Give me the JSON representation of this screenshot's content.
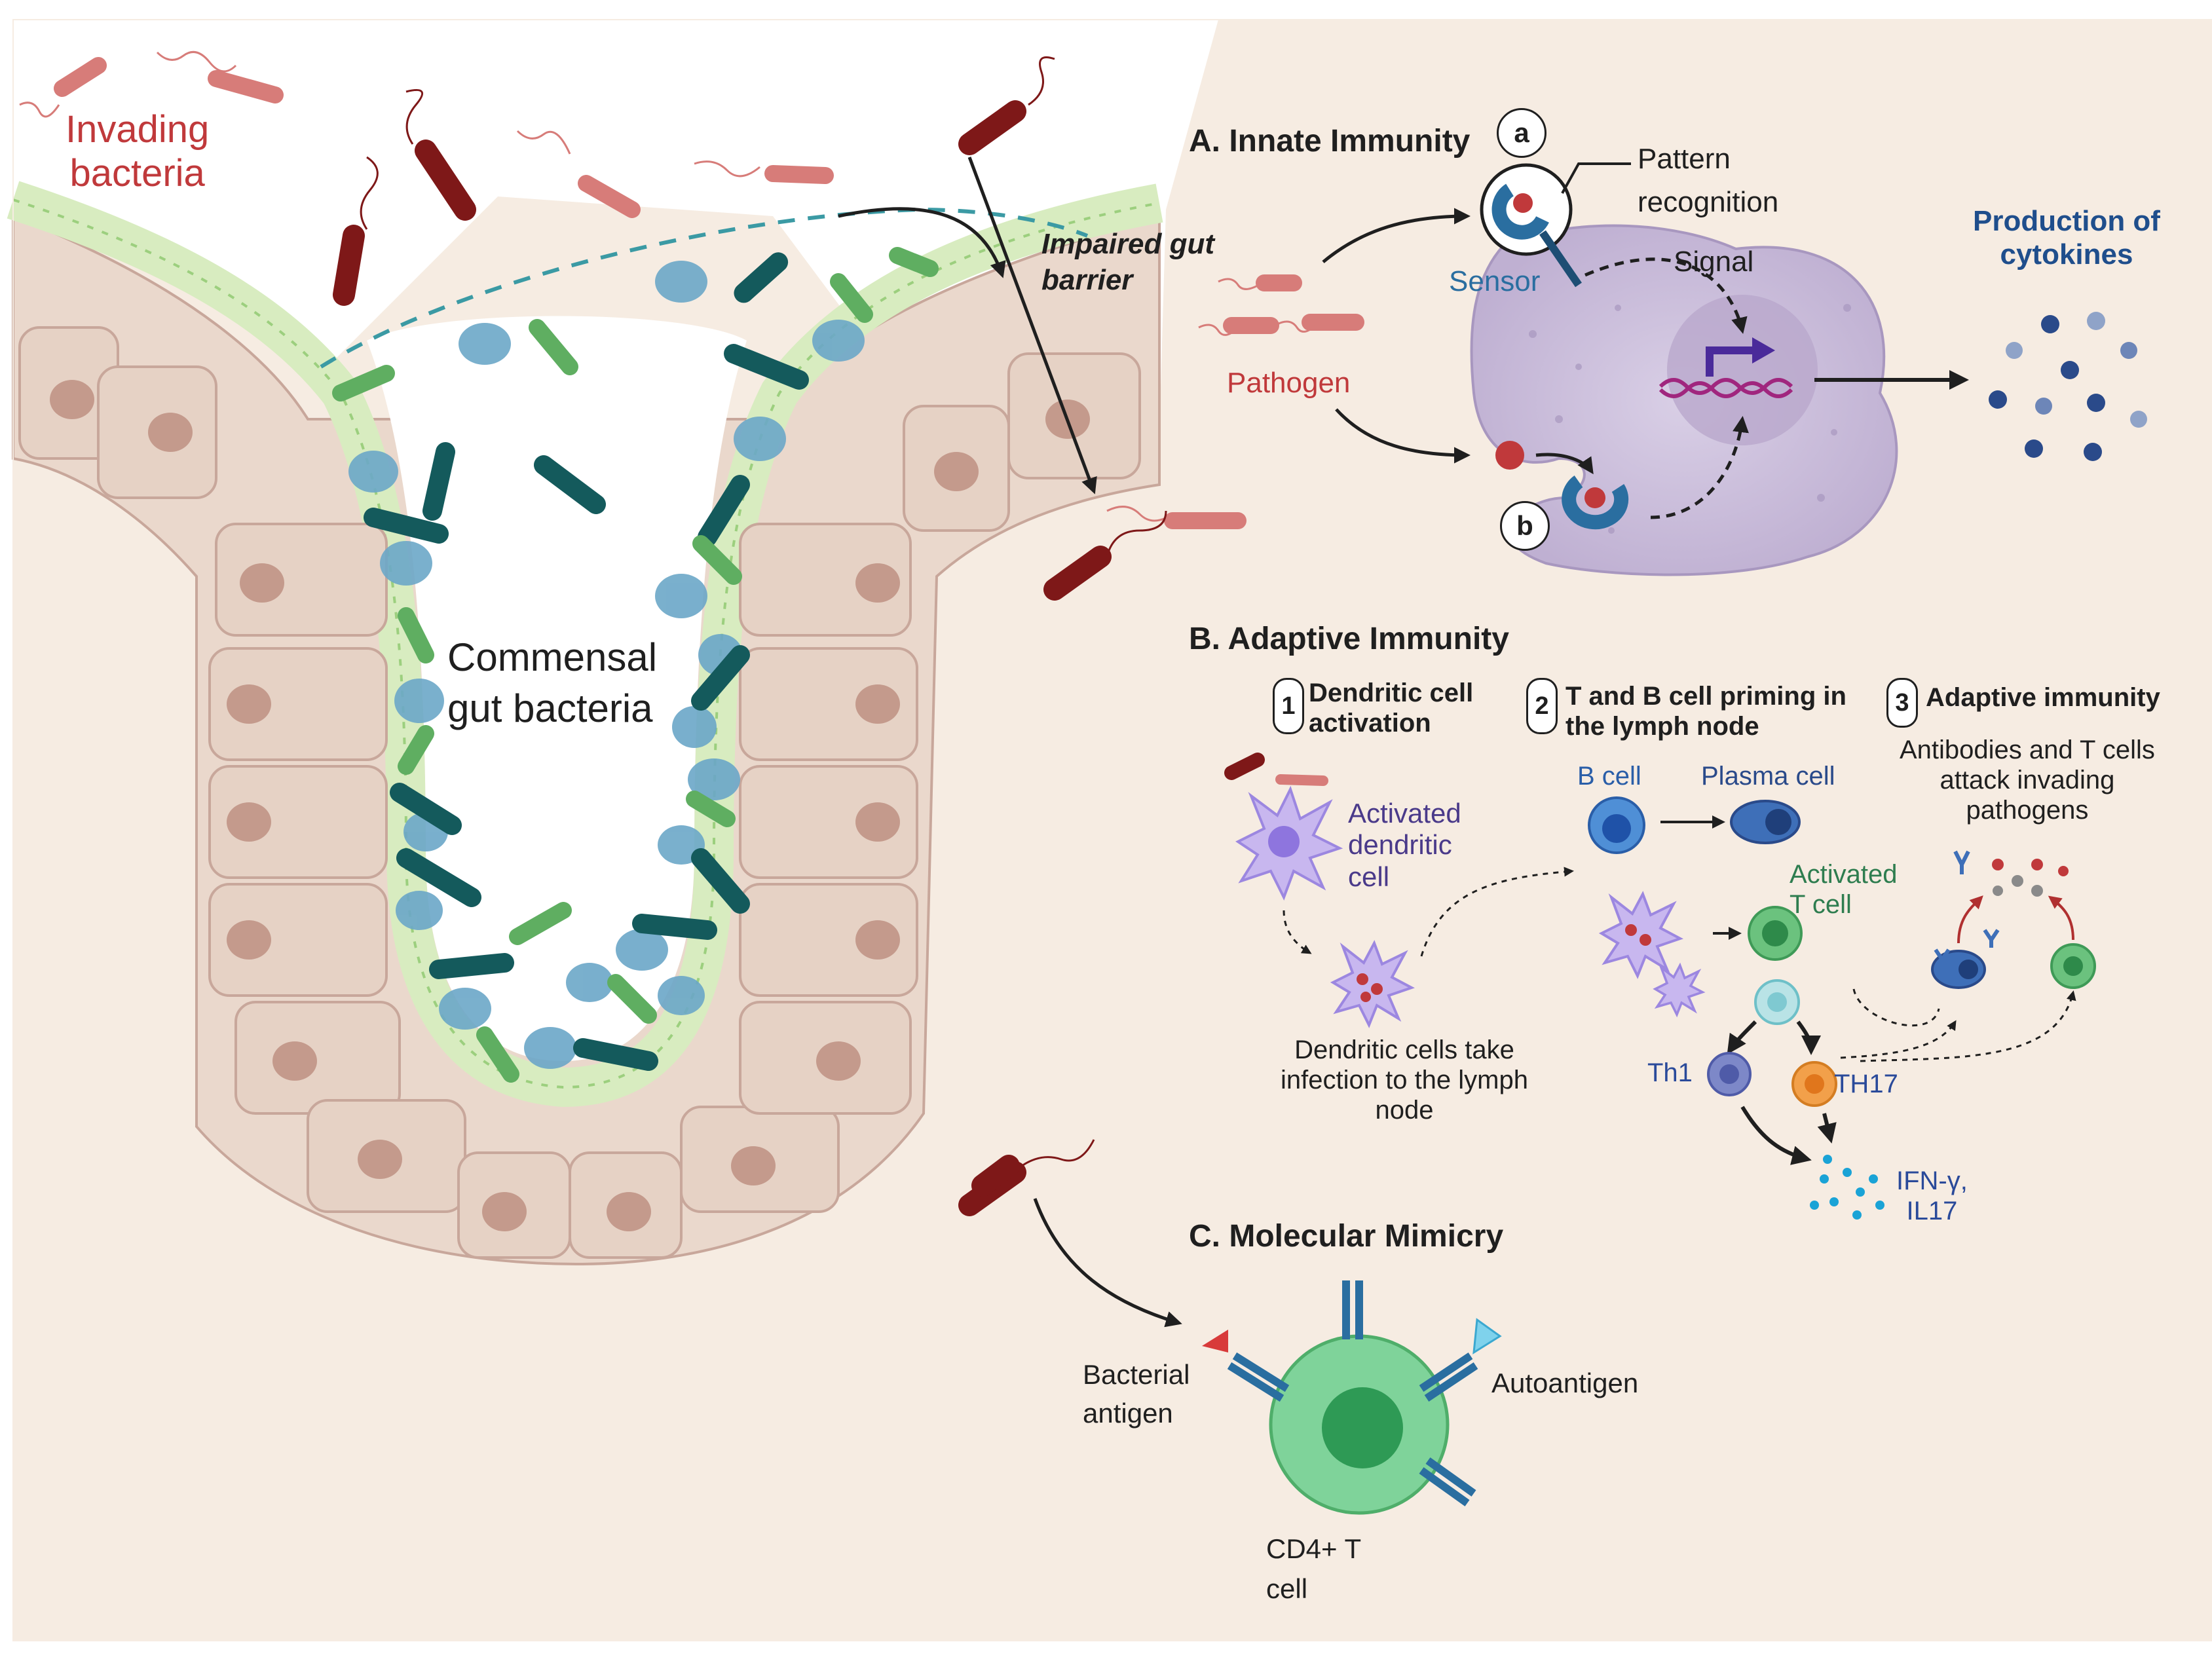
{
  "gut": {
    "invading_bacteria": [
      "Invading",
      "bacteria"
    ],
    "commensal": [
      "Commensal",
      "gut bacteria"
    ],
    "impaired": [
      "Impaired gut",
      "barrier"
    ]
  },
  "innate": {
    "title": "A. Innate Immunity",
    "marker_a": "a",
    "marker_b": "b",
    "pattern_recognition": [
      "Pattern",
      "recognition"
    ],
    "sensor": "Sensor",
    "signal": "Signal",
    "pathogen": "Pathogen",
    "production": [
      "Production of",
      "cytokines"
    ]
  },
  "adaptive": {
    "title": "B. Adaptive Immunity",
    "step1_num": "1",
    "step1": [
      "Dendritic cell",
      "activation"
    ],
    "step2_num": "2",
    "step2": [
      "T and B cell priming in",
      "the lymph node"
    ],
    "step3_num": "3",
    "step3": "Adaptive immunity",
    "activated_dc": [
      "Activated",
      "dendritic",
      "cell"
    ],
    "dc_take": [
      "Dendritic cells take",
      "infection to the lymph",
      "node"
    ],
    "b_cell": "B cell",
    "plasma_cell": "Plasma cell",
    "activated_t": [
      "Activated",
      "T cell"
    ],
    "attack": [
      "Antibodies and T cells",
      "attack invading",
      "pathogens"
    ],
    "th1": "Th1",
    "th17": "TH17",
    "cytokines": [
      "IFN-γ,",
      "IL17"
    ]
  },
  "mimicry": {
    "title": "C. Molecular Mimicry",
    "bacterial_antigen": [
      "Bacterial",
      "antigen"
    ],
    "autoantigen": "Autoantigen",
    "cd4": [
      "CD4+ T",
      "cell"
    ]
  },
  "colors": {
    "background": "#f6ece2",
    "pathogen_red": "#c0393b",
    "navy": "#1f4e8c",
    "macrophage": "#cbbfd8"
  }
}
